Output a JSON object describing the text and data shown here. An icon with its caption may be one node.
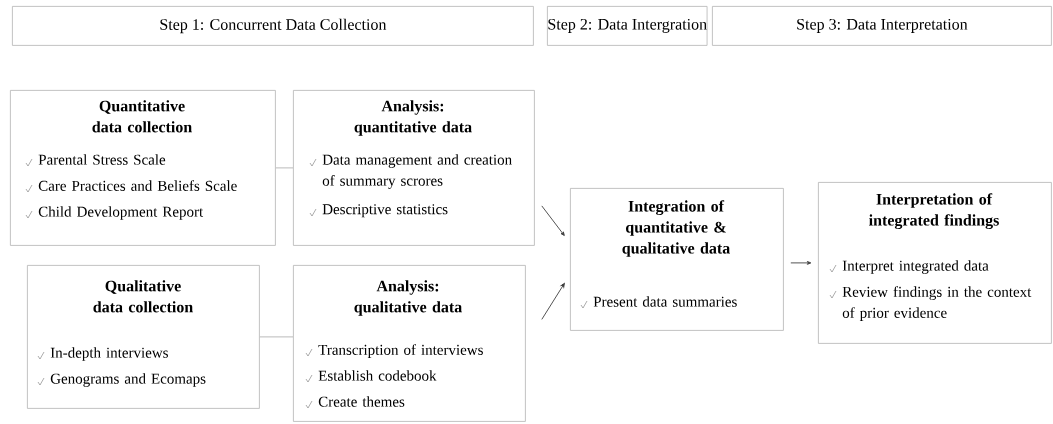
{
  "diagram": {
    "nodes": [
      {
        "text": [
          "Step 1: Concurrent Data Collection"
        ]
      },
      {
        "text": [
          "Step 2: Data Intergration"
        ]
      },
      {
        "text": [
          "Step 3: Data Interpretation"
        ]
      },
      {
        "text": [
          "Quantitative data collection",
          "Parental Stress Scale",
          "Care Practices and Beliefs Scale",
          "Child Development Report"
        ]
      },
      {
        "text": [
          "Analysis: quantitative data",
          "Data management and creation of summary scrores",
          "Descriptive statistics"
        ]
      },
      {
        "text": [
          "Qualitative data collection",
          "In-depth interviews",
          "Genograms and Ecomaps"
        ]
      },
      {
        "text": [
          "Analysis: qualitative data",
          "Transcription of interviews",
          "Establish codebook",
          "Create themes"
        ]
      },
      {
        "text": [
          "Integration of quantitative & qualitative data",
          "Present data summaries"
        ]
      },
      {
        "text": [
          "Interpretation of integrated findings",
          "Interpret integrated data",
          "Review findings in the context of prior evidence"
        ]
      }
    ],
    "edges": [
      {
        "from": 3,
        "to": 4,
        "arrow": "none",
        "color": "#b2b2b2"
      },
      {
        "from": 5,
        "to": 6,
        "arrow": "none",
        "color": "#b2b2b2"
      },
      {
        "from": 4,
        "to": 7,
        "arrow": "to"
      },
      {
        "from": 6,
        "to": 7,
        "arrow": "to"
      },
      {
        "from": 7,
        "to": 8,
        "arrow": "to"
      }
    ]
  }
}
